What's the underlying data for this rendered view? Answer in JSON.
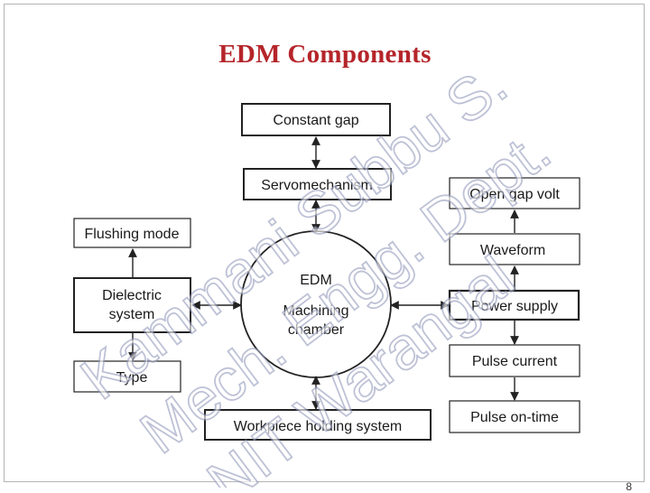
{
  "title": "EDM Components",
  "center": {
    "line1": "EDM",
    "line2": "Machining",
    "line3": "chamber"
  },
  "nodes": {
    "constant_gap": "Constant gap",
    "servomechanism": "Servomechanism",
    "workpiece": "Workpiece holding system",
    "flushing_mode": "Flushing mode",
    "dielectric_line1": "Dielectric",
    "dielectric_line2": "system",
    "type": "Type",
    "open_gap_volt": "Open gap volt",
    "waveform": "Waveform",
    "power_supply": "Power supply",
    "pulse_current": "Pulse current",
    "pulse_on_time": "Pulse on-time"
  },
  "watermark": {
    "line1": "Kammani Subbu S.",
    "line2": "Mech. Engg. Dept.",
    "line3": "NIT Warangal"
  },
  "page_number": "8",
  "colors": {
    "title": "#b5252a",
    "box_border": "#222222",
    "watermark_stroke": "#9aa0bf"
  }
}
